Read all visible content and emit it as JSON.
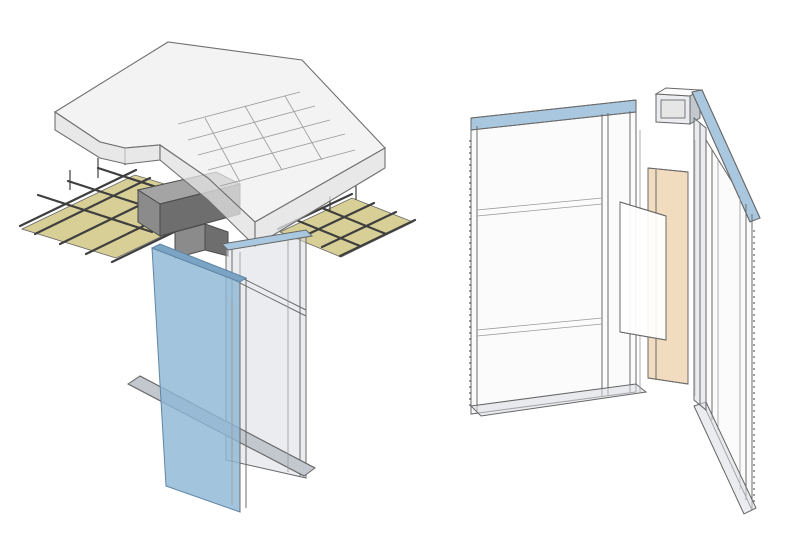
{
  "figure": {
    "panels": [
      {
        "id": "exploded-assembly",
        "caption": ""
      },
      {
        "id": "corner-assembly",
        "caption": ""
      }
    ],
    "colors": {
      "slab": "#eeeeee",
      "slab_edge": "#707070",
      "ceiling_tile": "#d7cf96",
      "ceiling_grid": "#3f3f3f",
      "duct": "#8b8b8b",
      "glass_panel": "#8fb7d6",
      "frame": "#d8dde2",
      "header": "#a9c8e0",
      "interior_wood": "#f2dcbf",
      "line": "#666666"
    },
    "icons": [
      "concrete-slab",
      "ceiling-grid",
      "ceiling-tile",
      "hvac-duct",
      "glass-panel",
      "wall-frame",
      "sliding-panel",
      "vent-box"
    ]
  }
}
